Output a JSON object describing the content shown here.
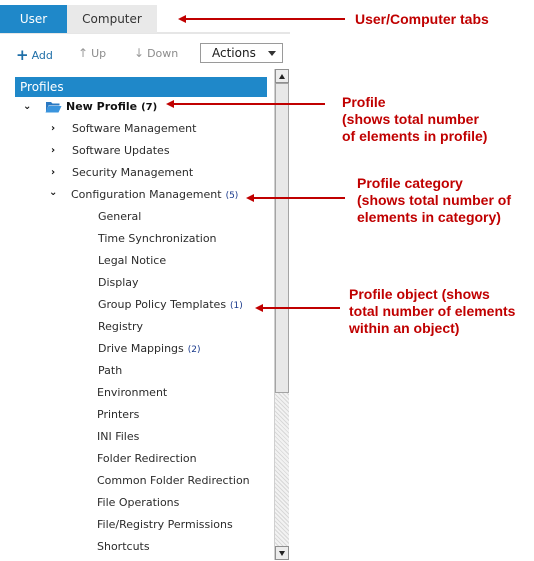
{
  "tabs": [
    {
      "label": "User",
      "active": true
    },
    {
      "label": "Computer",
      "active": false
    }
  ],
  "toolbar": {
    "add": "Add",
    "up": "Up",
    "down": "Down",
    "actions": "Actions"
  },
  "tree": {
    "header": "Profiles",
    "profile": {
      "name": "New Profile",
      "count": "(7)"
    },
    "categories": [
      {
        "label": "Software Management",
        "expanded": false
      },
      {
        "label": "Software Updates",
        "expanded": false
      },
      {
        "label": "Security Management",
        "expanded": false
      },
      {
        "label": "Configuration Management",
        "count": "(5)",
        "expanded": true
      }
    ],
    "objects": [
      {
        "label": "General"
      },
      {
        "label": "Time Synchronization"
      },
      {
        "label": "Legal Notice"
      },
      {
        "label": "Display"
      },
      {
        "label": "Group Policy Templates",
        "count": "(1)"
      },
      {
        "label": "Registry"
      },
      {
        "label": "Drive Mappings",
        "count": "(2)"
      },
      {
        "label": "Path"
      },
      {
        "label": "Environment"
      },
      {
        "label": "Printers"
      },
      {
        "label": "INI Files"
      },
      {
        "label": "Folder Redirection"
      },
      {
        "label": "Common Folder Redirection"
      },
      {
        "label": "File Operations"
      },
      {
        "label": "File/Registry Permissions"
      },
      {
        "label": "Shortcuts"
      }
    ]
  },
  "annotations": {
    "tabs": "User/Computer tabs",
    "profile": [
      "Profile",
      "(shows total number",
      "of elements in profile)"
    ],
    "category": [
      "Profile category",
      "(shows total number of",
      "elements in category)"
    ],
    "object": [
      "Profile object (shows",
      "total number of elements",
      "within an object)"
    ]
  },
  "colors": {
    "accent": "#1f88c9",
    "annotation": "#c00000"
  }
}
